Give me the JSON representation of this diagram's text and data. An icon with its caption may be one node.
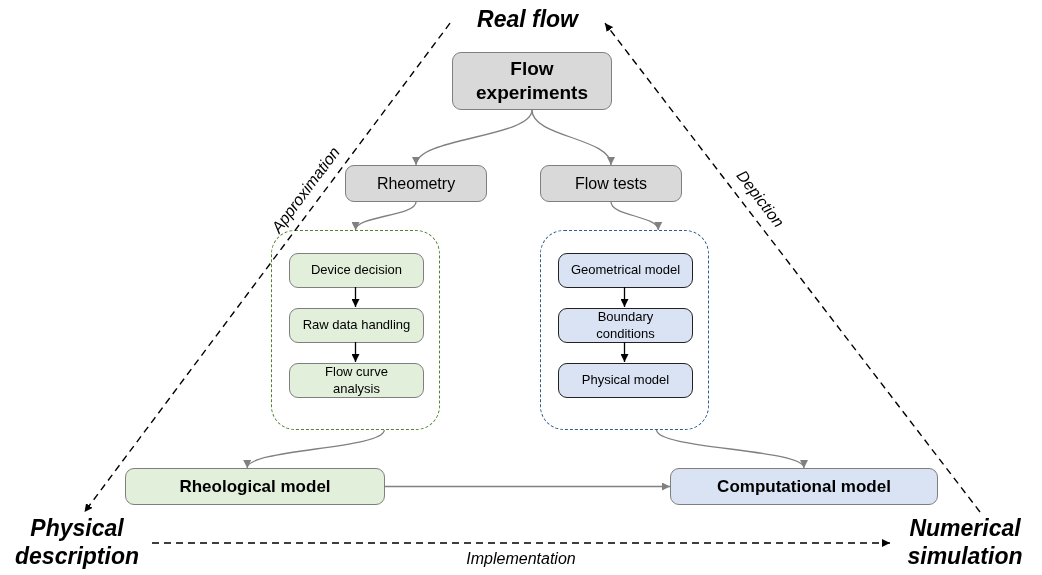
{
  "diagram": {
    "nodes": [
      {
        "text": [
          "Real flow"
        ]
      },
      {
        "text": [
          "Flow experiments"
        ]
      },
      {
        "text": [
          "Rheometry"
        ]
      },
      {
        "text": [
          "Flow tests"
        ]
      },
      {
        "text": [],
        "shape": "box"
      },
      {
        "text": [
          "Device decision"
        ],
        "in": 4
      },
      {
        "text": [
          "Raw data handling"
        ],
        "in": 4
      },
      {
        "text": [
          "Flow curve analysis"
        ],
        "in": 4
      },
      {
        "text": [],
        "shape": "box"
      },
      {
        "text": [
          "Geometrical model"
        ],
        "in": 8
      },
      {
        "text": [
          "Boundary conditions"
        ],
        "in": 8
      },
      {
        "text": [
          "Physical model"
        ],
        "in": 8
      },
      {
        "text": [
          "Rheological model"
        ]
      },
      {
        "text": [
          "Computational model"
        ]
      },
      {
        "text": [
          "Physical description"
        ]
      },
      {
        "text": [
          "Numerical simulation"
        ]
      }
    ],
    "edges": [
      {
        "from": 1,
        "to": 2,
        "arrow": "to"
      },
      {
        "from": 1,
        "to": 3,
        "arrow": "to"
      },
      {
        "from": 2,
        "to": 4,
        "arrow": "to"
      },
      {
        "from": 3,
        "to": 8,
        "arrow": "to"
      },
      {
        "from": 5,
        "to": 6,
        "arrow": "to",
        "color": "#000000"
      },
      {
        "from": 6,
        "to": 7,
        "arrow": "to",
        "color": "#000000"
      },
      {
        "from": 9,
        "to": 10,
        "arrow": "to",
        "color": "#000000"
      },
      {
        "from": 10,
        "to": 11,
        "arrow": "to",
        "color": "#000000"
      },
      {
        "from": 4,
        "to": 12,
        "arrow": "to"
      },
      {
        "from": 8,
        "to": 13,
        "arrow": "to"
      },
      {
        "from": 12,
        "to": 13,
        "arrow": "to"
      },
      {
        "from": 0,
        "to": 14,
        "arrow": "to",
        "label": "Approximation",
        "style": "dashed",
        "color": "#000000"
      },
      {
        "from": 15,
        "to": 0,
        "arrow": "to",
        "label": "Depiction",
        "style": "dashed",
        "color": "#000000"
      },
      {
        "from": 14,
        "to": 15,
        "arrow": "to",
        "label": "Implementation",
        "style": "dashed",
        "color": "#000000"
      }
    ]
  }
}
